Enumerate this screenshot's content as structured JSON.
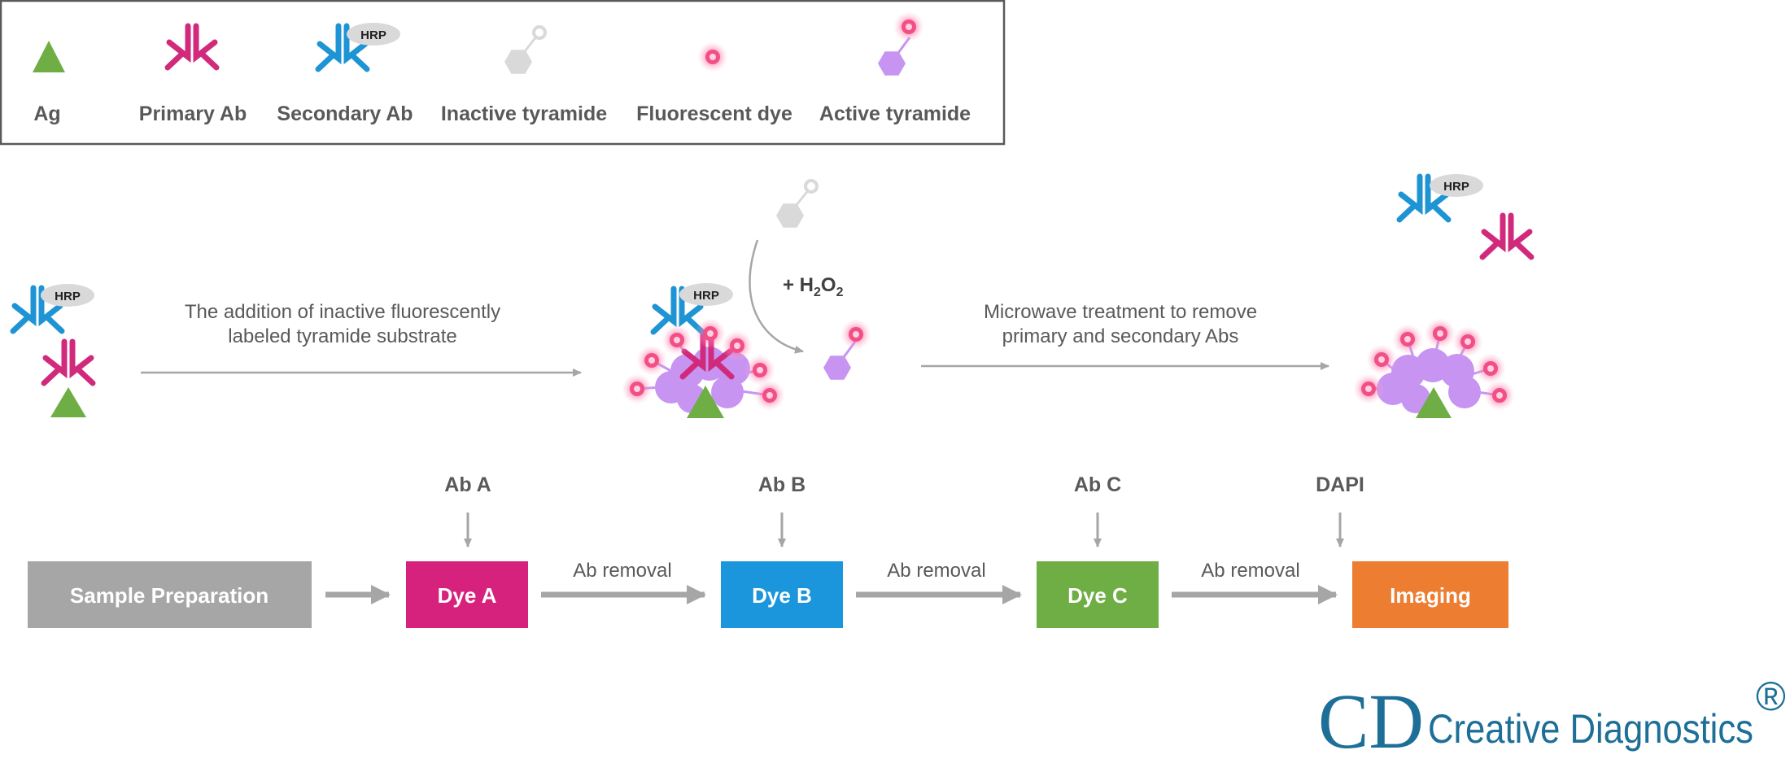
{
  "legend": {
    "items": [
      {
        "id": "ag",
        "label": "Ag"
      },
      {
        "id": "primary",
        "label": "Primary Ab"
      },
      {
        "id": "secondary",
        "label": "Secondary Ab"
      },
      {
        "id": "inactive",
        "label": "Inactive tyramide"
      },
      {
        "id": "dye",
        "label": "Fluorescent dye"
      },
      {
        "id": "active",
        "label": "Active tyramide"
      }
    ],
    "hrp_label": "HRP"
  },
  "steps": {
    "caption1": [
      "The addition of inactive fluorescently",
      "labeled tyramide substrate"
    ],
    "h2o2": {
      "prefix": "+ H",
      "sub1": "2",
      "mid": "O",
      "sub2": "2"
    },
    "caption2": [
      "Microwave treatment to remove",
      "primary and secondary Abs"
    ]
  },
  "workflow": {
    "antibody_labels": [
      "Ab A",
      "Ab B",
      "Ab C",
      "DAPI"
    ],
    "boxes": [
      {
        "label": "Sample Preparation",
        "color": "#a6a6a6"
      },
      {
        "label": "Dye A",
        "color": "#d6227c"
      },
      {
        "label": "Dye B",
        "color": "#1b95db"
      },
      {
        "label": "Dye C",
        "color": "#6fae45"
      },
      {
        "label": "Imaging",
        "color": "#ed7d31"
      }
    ],
    "removal_label": "Ab removal"
  },
  "colors": {
    "ag": "#6fae45",
    "primary": "#d12a7c",
    "secondary": "#1e94d4",
    "inactive": "#d9d9d9",
    "dye_pink": "#f24f87",
    "active_purple": "#c794f2",
    "arrow_gray": "#a6a6a6",
    "text_gray": "#595959",
    "logo_blue": "#1d6f98"
  },
  "logo": {
    "mark": "CD",
    "name": "Creative Diagnostics",
    "registered": "®"
  }
}
